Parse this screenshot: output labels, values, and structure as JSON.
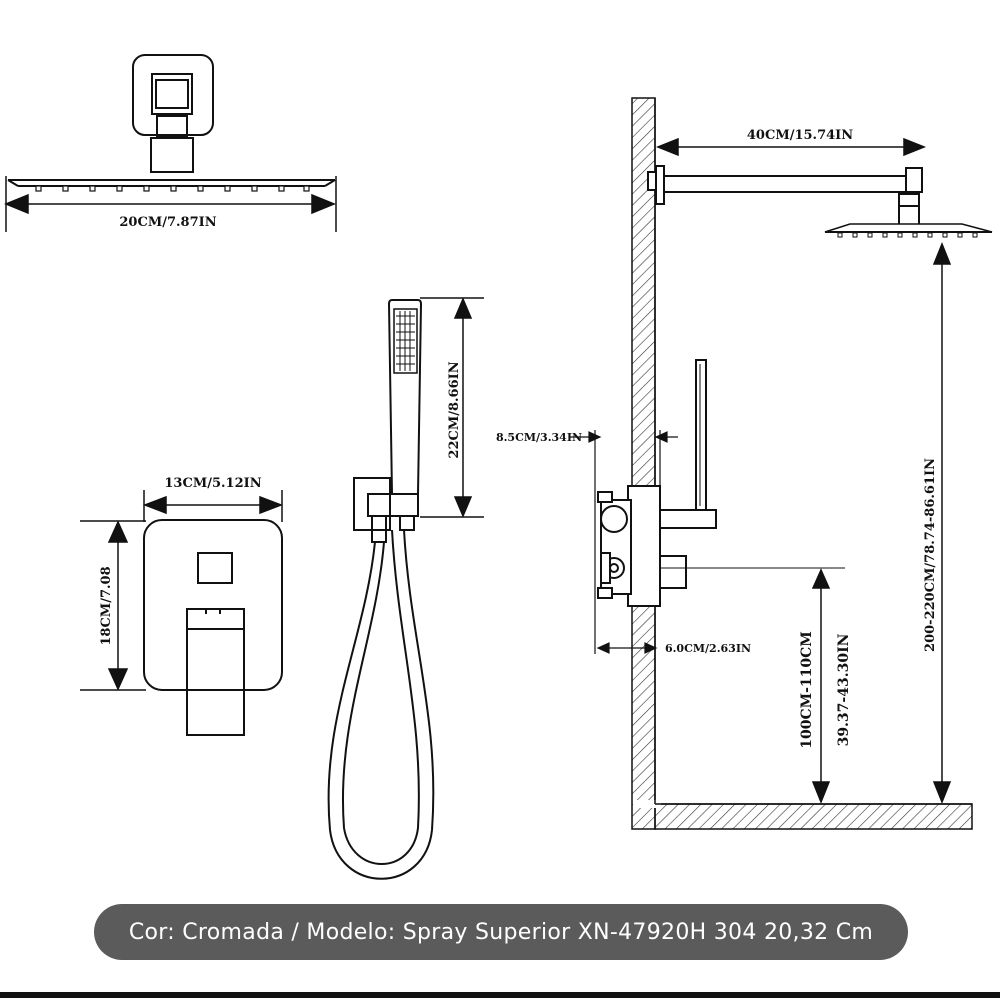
{
  "labels": {
    "head_width": "20CM/7.87IN",
    "arm_length": "40CM/15.74IN",
    "handheld_length": "22CM/8.66IN",
    "plate_width": "13CM/5.12IN",
    "plate_height": "18CM/7.08",
    "valve_depth": "8.5CM/3.34IN",
    "valve_recess": "6.0CM/2.63IN",
    "head_height": "200-220CM/78.74-86.61IN",
    "valve_height_cm": "100CM-110CM",
    "valve_height_in": "39.37-43.30IN"
  },
  "caption": "Cor: Cromada / Modelo: Spray Superior XN-47920H 304 20,32 Cm",
  "colors": {
    "line": "#111111",
    "caption_bg": "#5b5b5b",
    "caption_text": "#ffffff"
  }
}
